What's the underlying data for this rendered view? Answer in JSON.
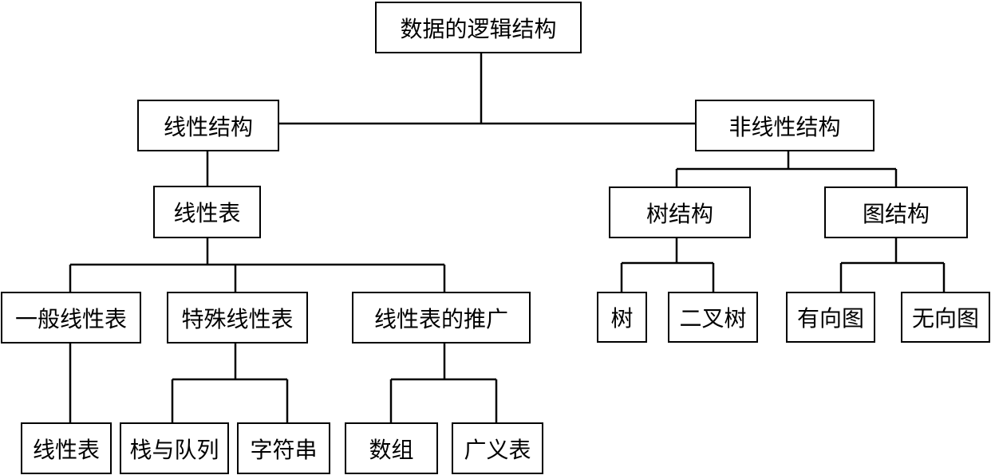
{
  "root": "数据的逻辑结构",
  "linear": {
    "label": "线性结构",
    "linear_list": "线性表",
    "general": {
      "label": "一般线性表",
      "child": "线性表"
    },
    "special": {
      "label": "特殊线性表",
      "children": [
        "栈与队列",
        "字符串"
      ]
    },
    "generalization": {
      "label": "线性表的推广",
      "children": [
        "数组",
        "广义表"
      ]
    }
  },
  "nonlinear": {
    "label": "非线性结构",
    "tree": {
      "label": "树结构",
      "children": [
        "树",
        "二叉树"
      ]
    },
    "graph": {
      "label": "图结构",
      "children": [
        "有向图",
        "无向图"
      ]
    }
  }
}
